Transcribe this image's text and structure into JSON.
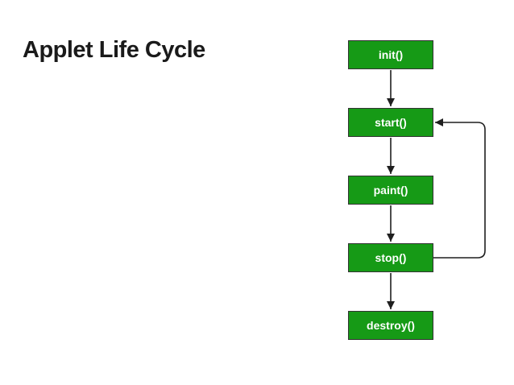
{
  "title": "Applet Life Cycle",
  "theme": {
    "page_bg": "#ffffff",
    "title_color": "#1a1a1a",
    "box_fill": "#169a16",
    "box_border": "#333333",
    "box_text_color": "#ffffff",
    "arrow_color": "#1f1f1f"
  },
  "diagram": {
    "type": "flowchart",
    "direction": "top-down",
    "nodes": [
      {
        "id": "init",
        "label": "init()"
      },
      {
        "id": "start",
        "label": "start()"
      },
      {
        "id": "paint",
        "label": "paint()"
      },
      {
        "id": "stop",
        "label": "stop()"
      },
      {
        "id": "destroy",
        "label": "destroy()"
      }
    ],
    "edges": [
      {
        "from": "init",
        "to": "start"
      },
      {
        "from": "start",
        "to": "paint"
      },
      {
        "from": "paint",
        "to": "stop"
      },
      {
        "from": "stop",
        "to": "destroy"
      },
      {
        "from": "stop",
        "to": "start",
        "route": "right-side-loop"
      }
    ]
  }
}
